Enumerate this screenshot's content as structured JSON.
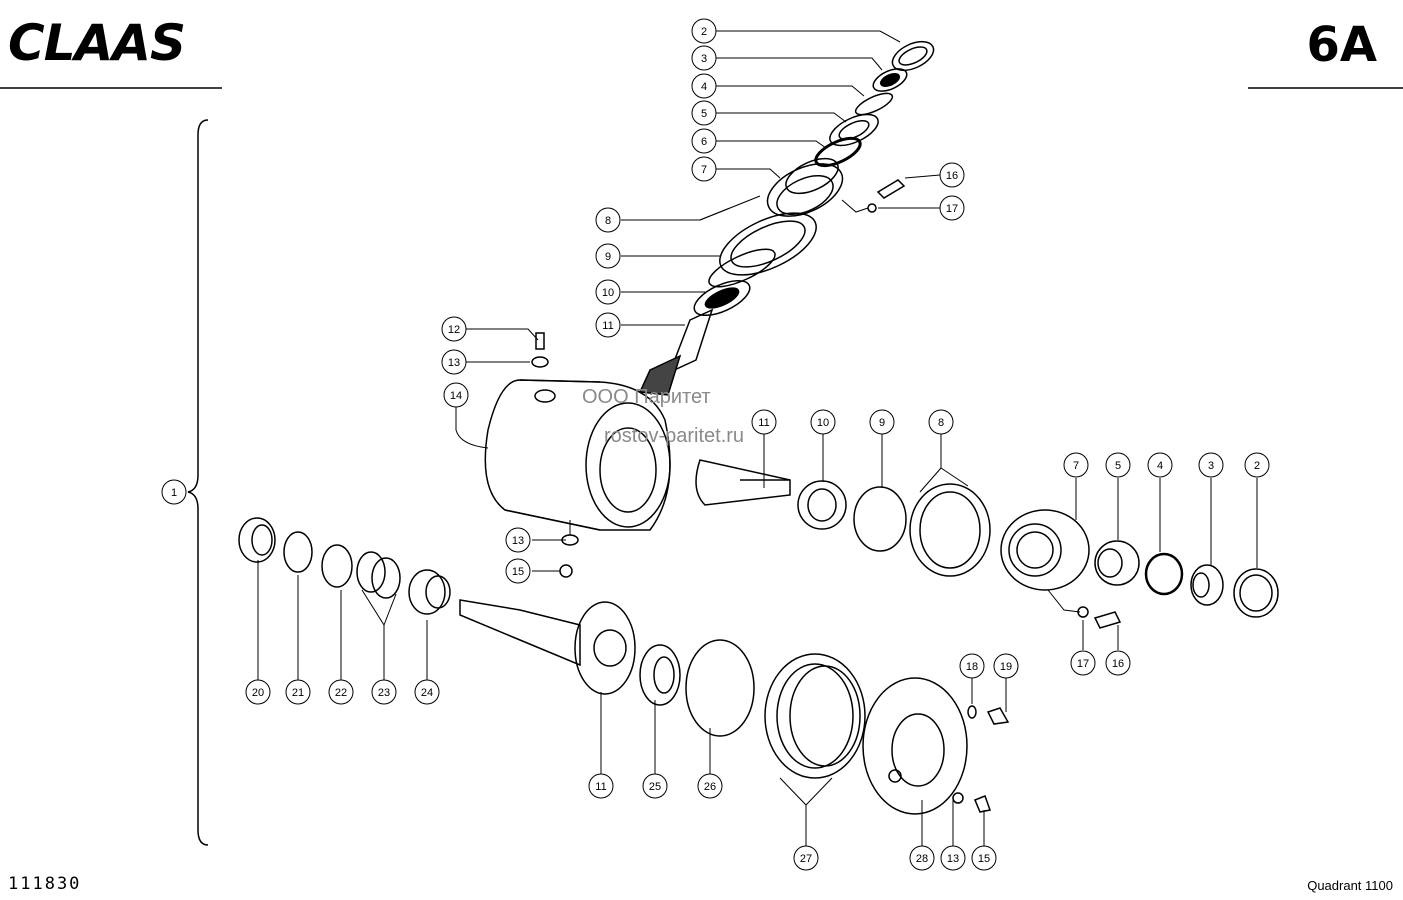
{
  "header": {
    "brand": "CLAAS",
    "page_code": "6A"
  },
  "footer": {
    "drawing_number": "111830",
    "model": "Quadrant 1100"
  },
  "watermark": {
    "line1": "ООО Паритет",
    "line2": "rostov-paritet.ru"
  },
  "callouts": [
    {
      "id": "c-2a",
      "label": "2"
    },
    {
      "id": "c-3a",
      "label": "3"
    },
    {
      "id": "c-4a",
      "label": "4"
    },
    {
      "id": "c-5a",
      "label": "5"
    },
    {
      "id": "c-6a",
      "label": "6"
    },
    {
      "id": "c-7a",
      "label": "7"
    },
    {
      "id": "c-8a",
      "label": "8"
    },
    {
      "id": "c-9a",
      "label": "9"
    },
    {
      "id": "c-10a",
      "label": "10"
    },
    {
      "id": "c-11a",
      "label": "11"
    },
    {
      "id": "c-12",
      "label": "12"
    },
    {
      "id": "c-13a",
      "label": "13"
    },
    {
      "id": "c-14",
      "label": "14"
    },
    {
      "id": "c-16a",
      "label": "16"
    },
    {
      "id": "c-17a",
      "label": "17"
    },
    {
      "id": "c-1",
      "label": "1"
    },
    {
      "id": "c-13b",
      "label": "13"
    },
    {
      "id": "c-15a",
      "label": "15"
    },
    {
      "id": "c-11b",
      "label": "11"
    },
    {
      "id": "c-10b",
      "label": "10"
    },
    {
      "id": "c-9b",
      "label": "9"
    },
    {
      "id": "c-8b",
      "label": "8"
    },
    {
      "id": "c-7b",
      "label": "7"
    },
    {
      "id": "c-5b",
      "label": "5"
    },
    {
      "id": "c-4b",
      "label": "4"
    },
    {
      "id": "c-3b",
      "label": "3"
    },
    {
      "id": "c-2b",
      "label": "2"
    },
    {
      "id": "c-17b",
      "label": "17"
    },
    {
      "id": "c-16b",
      "label": "16"
    },
    {
      "id": "c-20",
      "label": "20"
    },
    {
      "id": "c-21",
      "label": "21"
    },
    {
      "id": "c-22",
      "label": "22"
    },
    {
      "id": "c-23",
      "label": "23"
    },
    {
      "id": "c-24",
      "label": "24"
    },
    {
      "id": "c-11c",
      "label": "11"
    },
    {
      "id": "c-25",
      "label": "25"
    },
    {
      "id": "c-26",
      "label": "26"
    },
    {
      "id": "c-27",
      "label": "27"
    },
    {
      "id": "c-28",
      "label": "28"
    },
    {
      "id": "c-13c",
      "label": "13"
    },
    {
      "id": "c-15b",
      "label": "15"
    },
    {
      "id": "c-18",
      "label": "18"
    },
    {
      "id": "c-19",
      "label": "19"
    }
  ]
}
